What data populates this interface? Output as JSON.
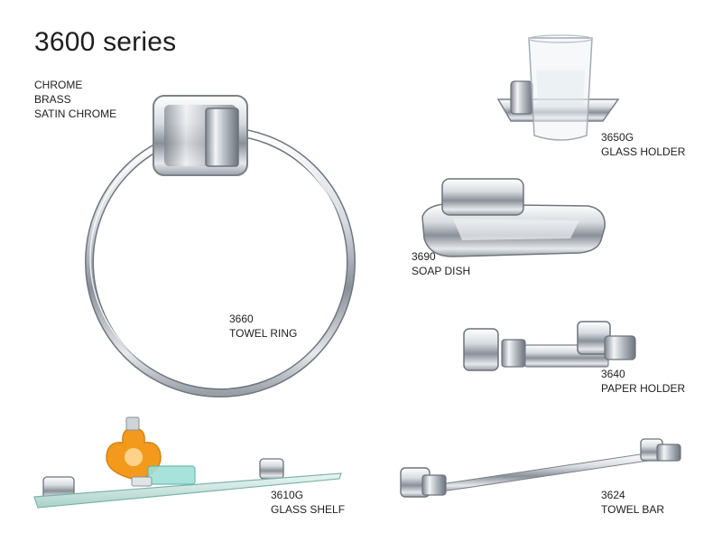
{
  "title": "3600 series",
  "finishes": [
    "CHROME",
    "BRASS",
    "SATIN CHROME"
  ],
  "products": [
    {
      "code": "3650G",
      "name": "GLASS HOLDER"
    },
    {
      "code": "3690",
      "name": "SOAP DISH"
    },
    {
      "code": "3660",
      "name": "TOWEL RING"
    },
    {
      "code": "3640",
      "name": "PAPER HOLDER"
    },
    {
      "code": "3610G",
      "name": "GLASS SHELF"
    },
    {
      "code": "3624",
      "name": "TOWEL BAR"
    }
  ],
  "colors": {
    "chrome_light": "#f4f6f8",
    "chrome_mid": "#b8bec6",
    "chrome_dark": "#5c636c",
    "glass": "#cfe9e4",
    "orange": "#f39a1c"
  }
}
